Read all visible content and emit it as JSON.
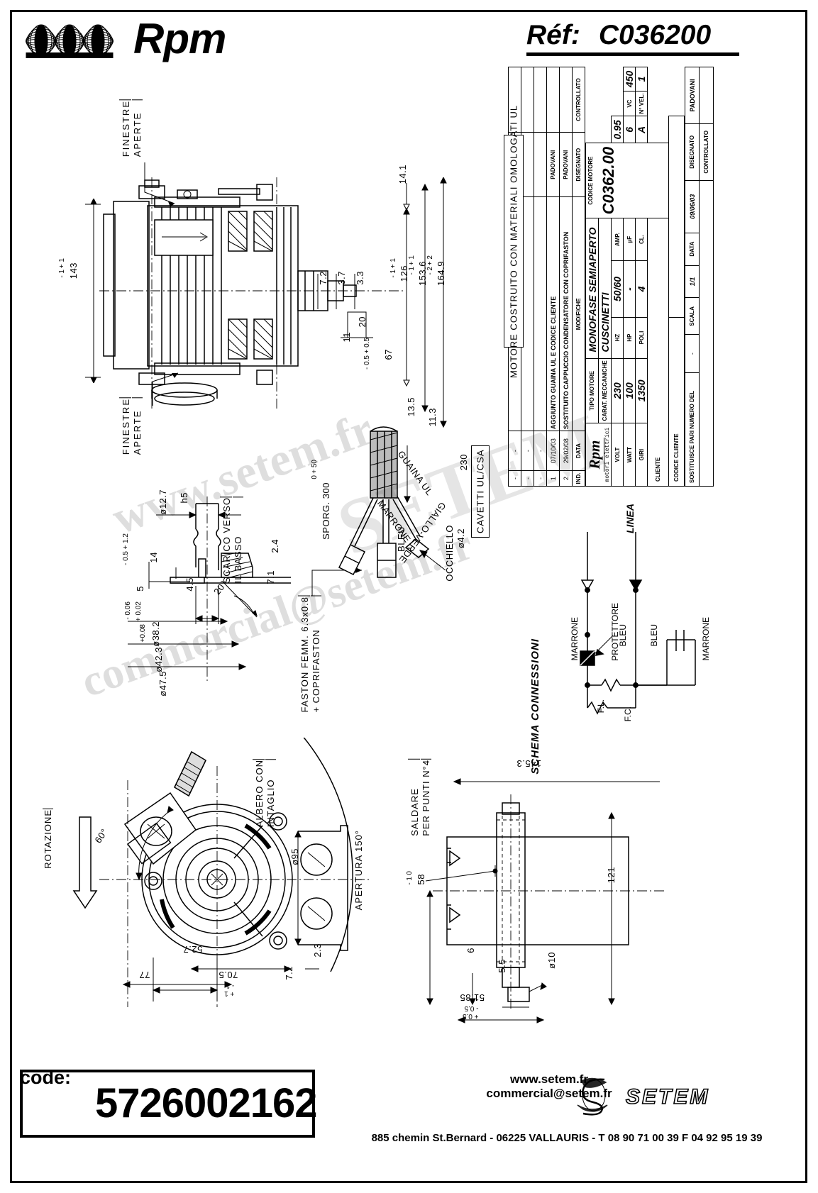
{
  "header": {
    "brand": "Rpm",
    "ref_label": "Réf:",
    "ref_value": "C036200"
  },
  "titleblock": {
    "ul_note": "MOTORE COSTRUITO CON MATERIALI OMOLOGATI UL",
    "modifiche_header": "MODIFICHE",
    "modifiche_rows": [
      {
        "ind": "2",
        "data": "29/02/08",
        "desc": "SOSTITUITO CAPPUCCIO CONDENSATORE CON COPRIFASTON",
        "disegnato": "PADOVANI",
        "controllato": ""
      },
      {
        "ind": "1",
        "data": "07/10/03",
        "desc": "AGGIUNTO GUAINA UL E CODICE CLIENTE",
        "disegnato": "PADOVANI",
        "controllato": ""
      },
      {
        "ind": "-",
        "data": "-",
        "desc": "",
        "disegnato": "",
        "controllato": ""
      },
      {
        "ind": "-",
        "data": "-",
        "desc": "",
        "disegnato": "",
        "controllato": ""
      },
      {
        "ind": "-",
        "data": "-",
        "desc": "",
        "disegnato": "",
        "controllato": ""
      }
    ],
    "col_ind": "IND.",
    "col_data": "DATA",
    "col_disegnato": "DISEGNATO",
    "col_controllato": "CONTROLLATO",
    "brand_name": "Rpm",
    "brand_sub": "motori elettrici",
    "tipo_motore_label": "TIPO MOTORE",
    "tipo_motore_value": "MONOFASE SEMIAPERTO",
    "carat_label": "CARAT. MECCANICHE",
    "carat_value": "CUSCINETTI",
    "specs": [
      {
        "label": "VOLT",
        "value": "230",
        "label2": "HZ",
        "value2": "50/60",
        "label3": "AMP.",
        "value3": "0.95"
      },
      {
        "label": "WATT",
        "value": "100",
        "label2": "HP",
        "value2": "-",
        "label3": "µF",
        "value3": "6",
        "label4": "VC",
        "value4": "450"
      },
      {
        "label": "GIRI",
        "value": "1350",
        "label2": "POLI",
        "value2": "4",
        "label3": "CL.",
        "value3": "A",
        "label4": "N° VEL.",
        "value4": "1"
      }
    ],
    "cliente_label": "CLIENTE",
    "codice_motore_label": "CODICE MOTORE",
    "codice_motore_value": "C0362.00",
    "codice_cliente_label": "CODICE CLIENTE",
    "sostituisce_label": "SOSTITUISCE PARI NUMERO DEL",
    "sostituisce_value": "-",
    "scala_label": "SCALA",
    "scala_value": "1/1",
    "data_label": "DATA",
    "data_value": "09/06/03",
    "disegnato_label": "DISEGNATO",
    "disegnato_value": "PADOVANI",
    "controllato_label": "CONTROLLATO"
  },
  "wiring": {
    "title": "SCHEMA CONNESSIONI",
    "linea": "LINEA",
    "marrone_left": "MARRONE",
    "protettore": "PROTETTORE",
    "bleu_1": "BLEU",
    "bleu_2": "BLEU",
    "marrone_right": "MARRONE",
    "fl": "F.L.",
    "fc": "F.C."
  },
  "notes": {
    "finestre_aperte_1": "FINESTRE",
    "finestre_aperte_2": "APERTE",
    "scarico_1": "SCARICO VERSO",
    "scarico_2": "IL BASSO",
    "guaina_ul": "GUAINA UL",
    "marrone": "MARRONE",
    "bleu": "BLEU",
    "giallo_verde": "GIALLO-VERDE",
    "occhiello": "OCCHIELLO",
    "occhiello_dim": "ø4.2",
    "sporgenza": "SPORG. 300",
    "sporgenza_tol_up": "+ 50",
    "sporgenza_tol_dn": "0",
    "faston_1": "FASTON FEMM. 6.3x0.8",
    "faston_2": "+ COPRIFASTON",
    "cavetti": "CAVETTI UL/CSA",
    "rotazione": "ROTAZIONE",
    "albero_1": "ALBERO CON",
    "albero_2": "INTAGLIO",
    "apertura": "APERTURA 150°",
    "saldare_1": "SALDARE",
    "saldare_2": "PER PUNTI N°4"
  },
  "dimensions": {
    "d_143": "143",
    "d_143_tol_up": "+ 1",
    "d_143_tol_dn": "- 1",
    "d_14_1": "14.1",
    "d_126": "126",
    "d_126_tol_up": "+ 1",
    "d_126_tol_dn": "- 1",
    "d_153_6": "153.6",
    "d_153_6_tol_up": "+ 1",
    "d_153_6_tol_dn": "- 1",
    "d_164_9": "164.9",
    "d_164_9_tol_up": "+ 2",
    "d_164_9_tol_dn": "- 2",
    "d_3_3": "3.3",
    "d_3_7": "3.7",
    "d_7_2": "7.2",
    "d_20": "20",
    "d_11": "11",
    "d_67": "67",
    "d_67_tol_up": "+ 0.5",
    "d_67_tol_dn": "- 0.5",
    "d_13_5": "13.5",
    "d_11_3": "11.3",
    "d_230": "230",
    "d_12_7": "ø12.7",
    "d_12_7_fit": "h5",
    "d_5": "5",
    "d_5_tol_up": "+ 1.2",
    "d_5_tol_dn": "- 0.5",
    "d_14": "14",
    "d_4_5": "4.5",
    "d_2_4": "2.4",
    "d_7_1": "7.1",
    "d_20deg": "20°",
    "d_5b": "5",
    "d_5b_tol_up": "+ 0.02",
    "d_5b_tol_dn": "- 0.06",
    "d_38_2": "ø38.2",
    "d_38_2_tol_up": "+0.08",
    "d_38_2_tol_dn": "0",
    "d_42_3": "ø42.3",
    "d_47_5": "ø47.5",
    "d_60deg": "60°",
    "d_95": "ø95",
    "d_52_7": "52.7",
    "d_77": "77",
    "d_70_5": "70.5",
    "d_70_5_tol_up": "+ 1",
    "d_70_5_tol_dn": "- 1",
    "d_7_2b": "7.2",
    "d_2_3": "2.3",
    "d_145_3": "145.3",
    "d_121": "121",
    "d_58": "58",
    "d_58_tol_up": "0",
    "d_58_tol_dn": "- 1",
    "d_6": "6",
    "d_5_5": "5.5",
    "d_10": "ø10",
    "d_51_85": "51.85",
    "d_51_85_tol_up": "+ 0.5",
    "d_51_85_tol_dn": "- 0.5"
  },
  "watermark": {
    "line1": "www.setem.fr",
    "line2": "commercial@setem.fr",
    "line3": "SETEM"
  },
  "footer": {
    "code_label": "code:",
    "code_value": "5726002162",
    "website": "www.setem.fr",
    "email": "commercial@setem.fr",
    "address": "885 chemin St.Bernard  -  06225 VALLAURIS  -  T 08 90 71 00 39   F 04 92 95 19 39",
    "logo_text": "SETEM"
  }
}
